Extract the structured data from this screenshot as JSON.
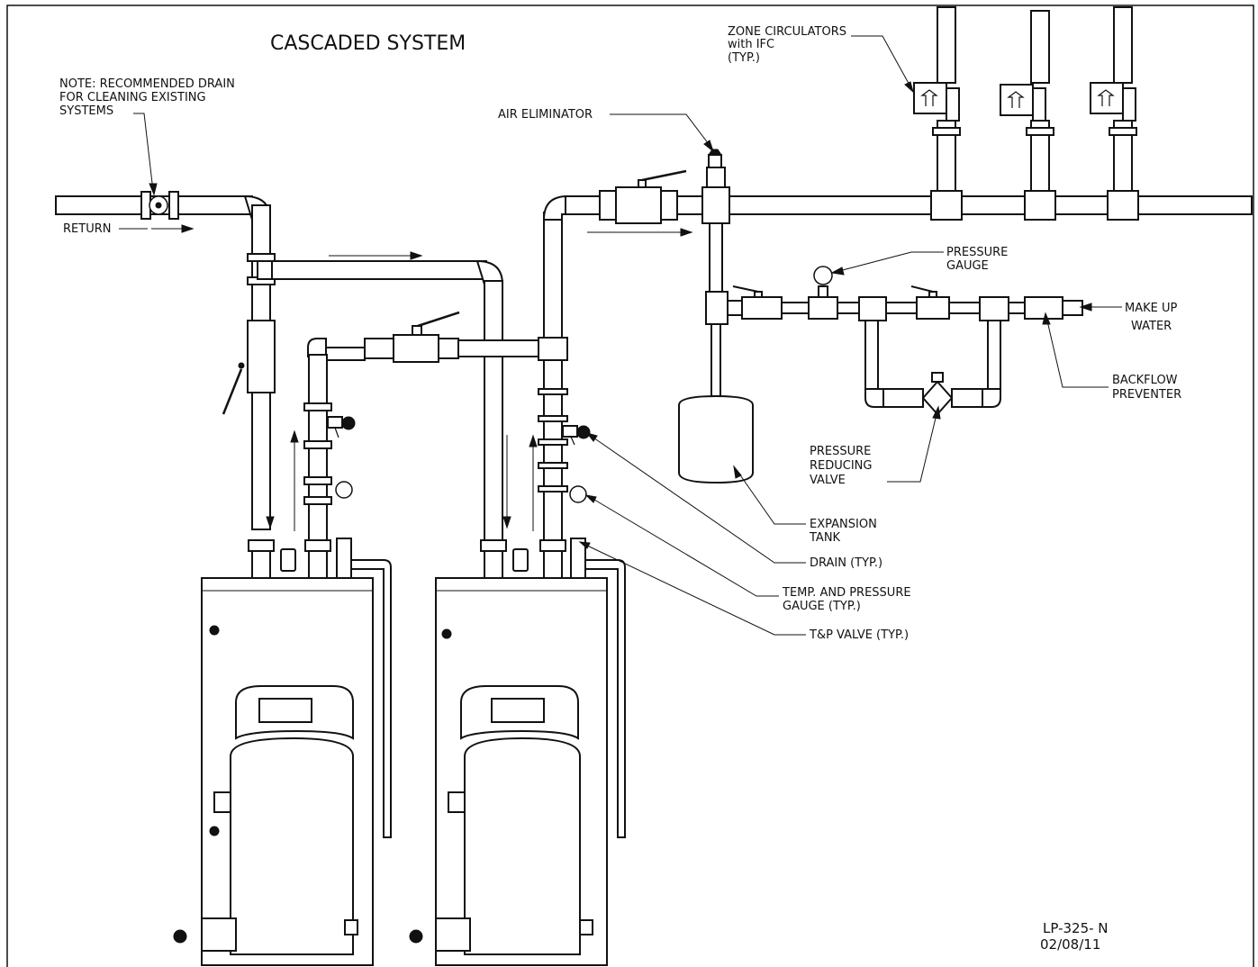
{
  "title": "CASCADED SYSTEM",
  "labels": {
    "note_line1": "NOTE: RECOMMENDED DRAIN",
    "note_line2": "FOR CLEANING EXISTING",
    "note_line3": "SYSTEMS",
    "return": "RETURN",
    "air_eliminator": "AIR ELIMINATOR",
    "zone_line1": "ZONE CIRCULATORS",
    "zone_line2": "with IFC",
    "zone_line3": "(TYP.)",
    "pressure_gauge_line1": "PRESSURE",
    "pressure_gauge_line2": "GAUGE",
    "make_up_line1": "MAKE UP",
    "make_up_line2": "WATER",
    "backflow_line1": "BACKFLOW",
    "backflow_line2": "PREVENTER",
    "prv_line1": "PRESSURE",
    "prv_line2": "REDUCING",
    "prv_line3": "VALVE",
    "expansion_line1": "EXPANSION",
    "expansion_line2": "TANK",
    "drain": "DRAIN (TYP.)",
    "tp_gauge_line1": "TEMP. AND PRESSURE",
    "tp_gauge_line2": "GAUGE (TYP.)",
    "tp_valve": "T&P VALVE (TYP.)"
  },
  "drawing_id": {
    "number": "LP-325- N",
    "date": "02/08/11"
  }
}
